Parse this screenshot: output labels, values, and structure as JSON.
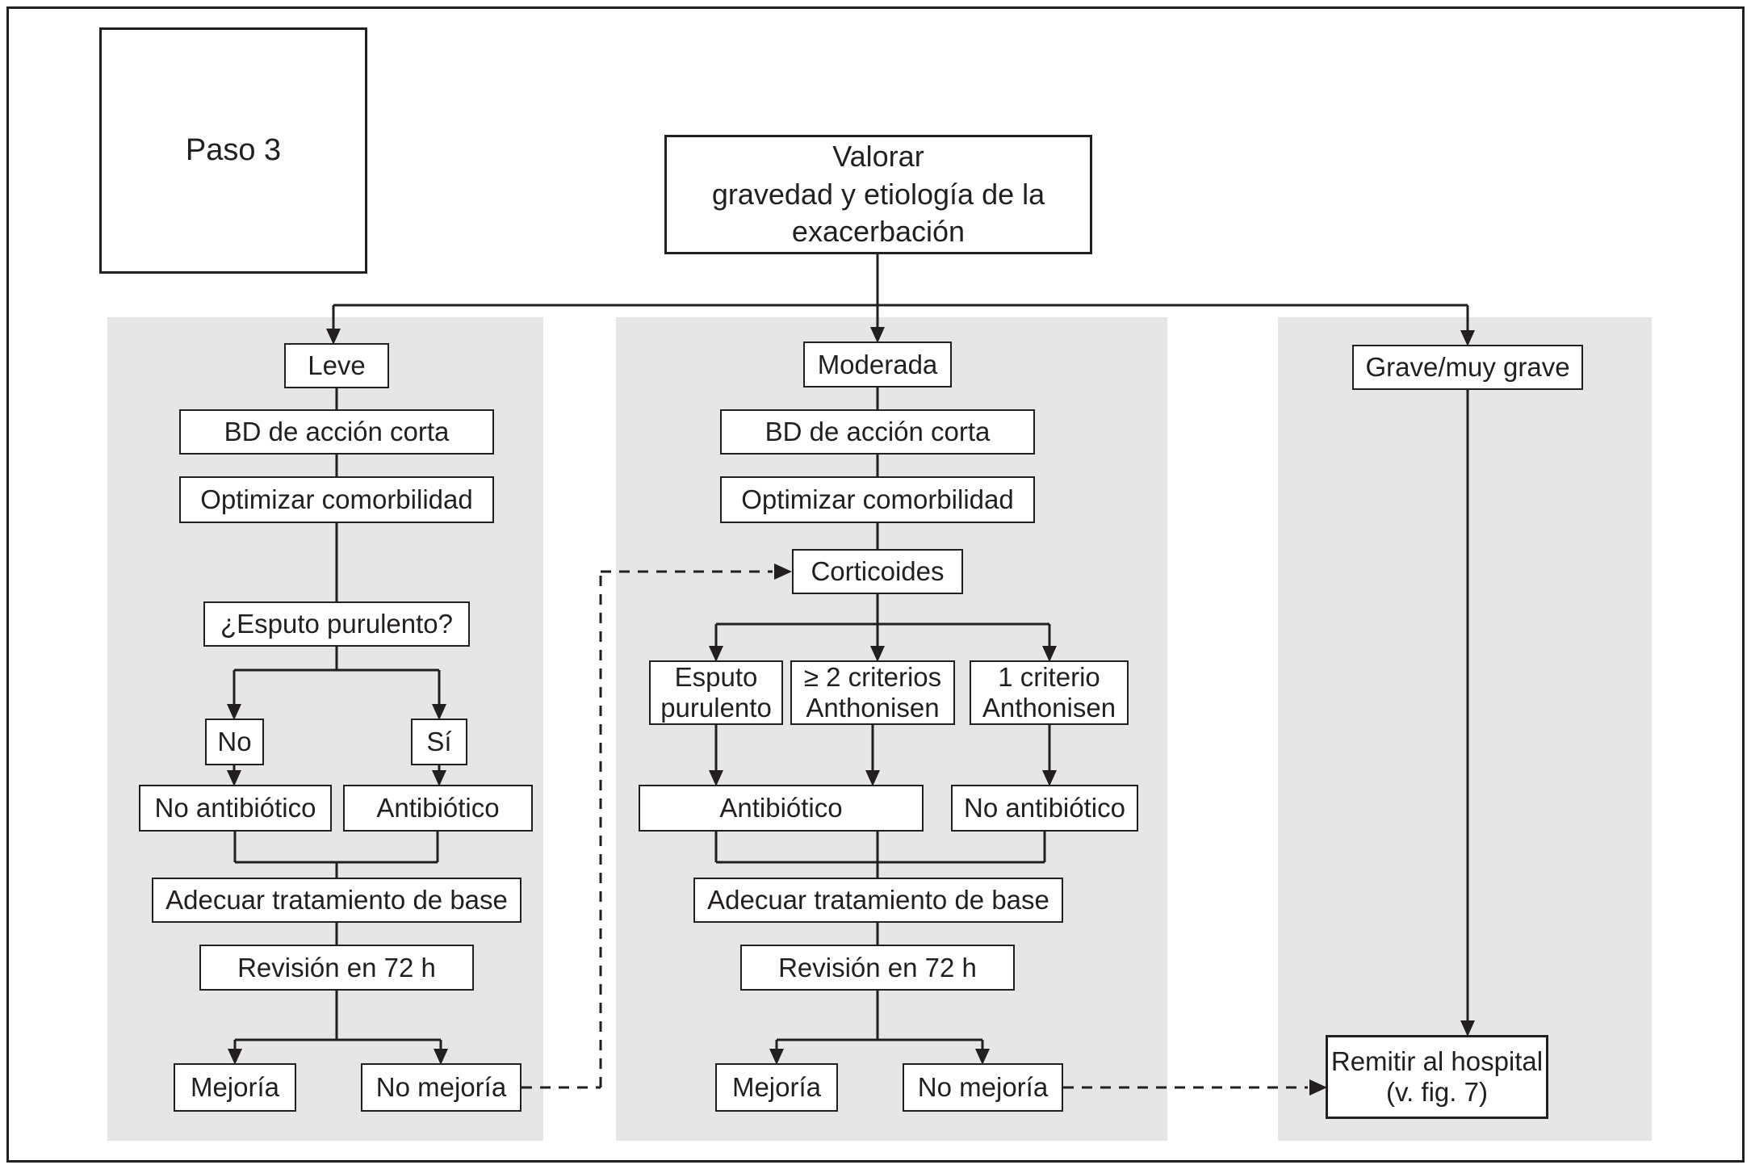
{
  "colors": {
    "page_bg": "#ffffff",
    "panel_bg": "#e6e6e6",
    "box_bg": "#ffffff",
    "line": "#231f20",
    "text": "#231f20"
  },
  "paso_label": "Paso 3",
  "root_label": "Valorar\ngravedad y etiología de la\nexacerbación",
  "columns": {
    "leve": {
      "header": "Leve",
      "bd": "BD de acción corta",
      "optimizar": "Optimizar comorbilidad",
      "pregunta": "¿Esputo purulento?",
      "no": "No",
      "si": "Sí",
      "no_antibiotico": "No antibiótico",
      "antibiotico": "Antibiótico",
      "adecuar": "Adecuar tratamiento de base",
      "revision": "Revisión en 72 h",
      "mejoria": "Mejoría",
      "no_mejoria": "No mejoría"
    },
    "moderada": {
      "header": "Moderada",
      "bd": "BD de acción corta",
      "optimizar": "Optimizar comorbilidad",
      "corticoides": "Corticoides",
      "esputo_purulento": "Esputo\npurulento",
      "criterios_2": "≥ 2 criterios\nAnthonisen",
      "criterio_1": "1 criterio\nAnthonisen",
      "antibiotico": "Antibiótico",
      "no_antibiotico": "No antibiótico",
      "adecuar": "Adecuar tratamiento de base",
      "revision": "Revisión en 72 h",
      "mejoria": "Mejoría",
      "no_mejoria": "No mejoría"
    },
    "grave": {
      "header": "Grave/muy grave",
      "remitir": "Remitir al hospital\n(v. fig. 7)"
    }
  }
}
